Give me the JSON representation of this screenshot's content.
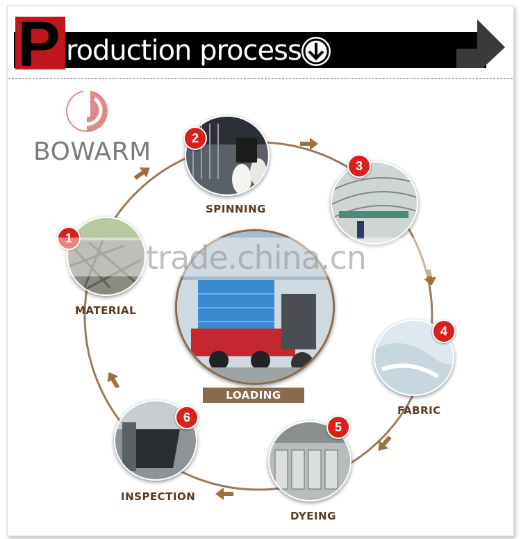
{
  "header": {
    "initial": "P",
    "title": "roduction process"
  },
  "brand": {
    "name": "BOWARM"
  },
  "watermark": "trade.china.cn",
  "steps": [
    {
      "number": "1",
      "label": "MATERIAL"
    },
    {
      "number": "2",
      "label": "SPINNING"
    },
    {
      "number": "3",
      "label": ""
    },
    {
      "number": "4",
      "label": "FABRIC"
    },
    {
      "number": "5",
      "label": "DYEING"
    },
    {
      "number": "6",
      "label": "INSPECTION"
    }
  ],
  "center": {
    "label": "LOADING"
  },
  "colors": {
    "accent_red": "#c0171d",
    "badge_red": "#d9211c",
    "ring_brown": "#9a7a5a",
    "label_brown": "#5a3a22"
  }
}
